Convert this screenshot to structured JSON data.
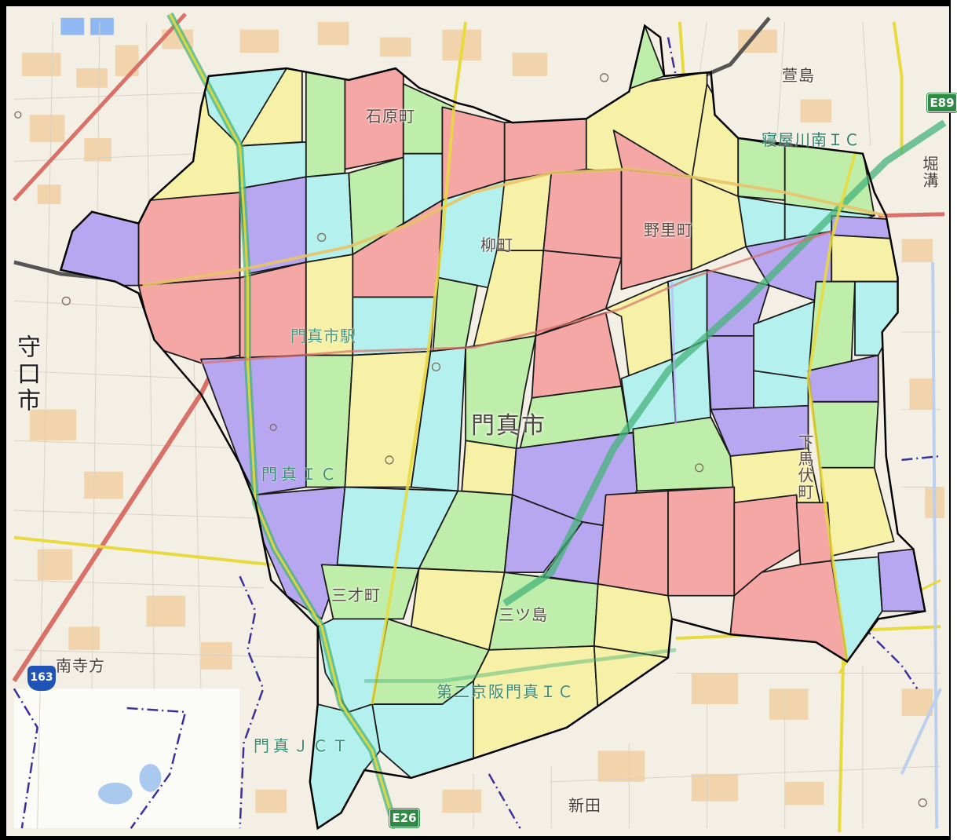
{
  "map": {
    "city_name": "門真市",
    "neighbor_city": "守口市",
    "labels": {
      "ishihara": "石原町",
      "yanagi": "柳町",
      "nozato": "野里町",
      "kadoma_station": "門真市駅",
      "kadoma_ic": "門真ＩＣ",
      "shimobabushi": "下馬伏町",
      "misaki": "三才町",
      "mitsushima": "三ツ島",
      "daini_keihan_ic": "第二京阪門真ＩＣ",
      "kadoma_jct": "門真ＪＣＴ",
      "minami_terakata": "南寺方",
      "shinden": "新田",
      "kayashima": "萱島",
      "neyagawa_minami_ic": "寝屋川南ＩＣ",
      "horimizo": "堀溝"
    },
    "shields": {
      "e89": "E89",
      "e26": "E26",
      "route163": "163"
    },
    "colors": {
      "pink": "#f4a7a5",
      "yellow": "#f6f1a6",
      "green": "#bfeeaa",
      "cyan": "#b4f1ee",
      "purple": "#b7a7f0",
      "boundary": "#000000",
      "expressway": "#45b37a",
      "national_road": "#d97168",
      "prefectural_road": "#e8d93c"
    }
  }
}
